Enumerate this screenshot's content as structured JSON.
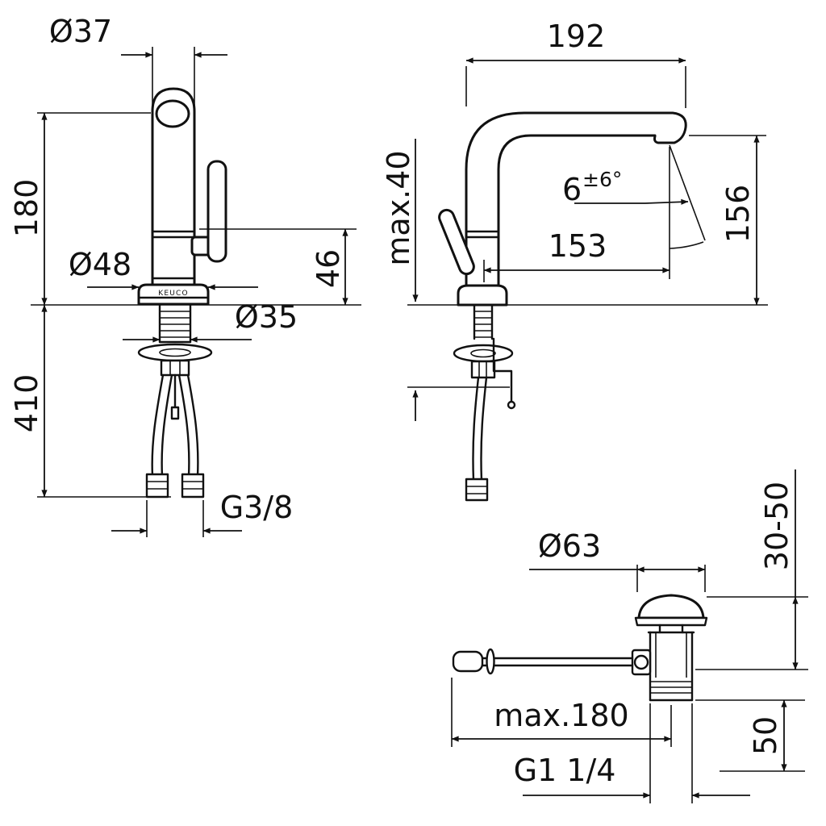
{
  "colors": {
    "background": "#ffffff",
    "ink": "#111111"
  },
  "views": {
    "front": {
      "brand": "KEUCO",
      "dims": {
        "spout_dia": "Ø37",
        "height": "180",
        "base_dia": "Ø48",
        "upper_height": "46",
        "under_deck": "410",
        "shank_dia": "Ø35",
        "hose_thread": "G3/8"
      }
    },
    "side": {
      "dims": {
        "reach": "192",
        "deck_max": "max.40",
        "angle_value": "6",
        "angle_tol": "±6°",
        "outlet_offset": "153",
        "outlet_height": "156"
      }
    },
    "drain": {
      "dims": {
        "cap_dia": "Ø63",
        "clamp_range": "30-50",
        "rod_length": "max.180",
        "tail_height": "50",
        "waste_thread": "G1 1/4"
      }
    }
  }
}
